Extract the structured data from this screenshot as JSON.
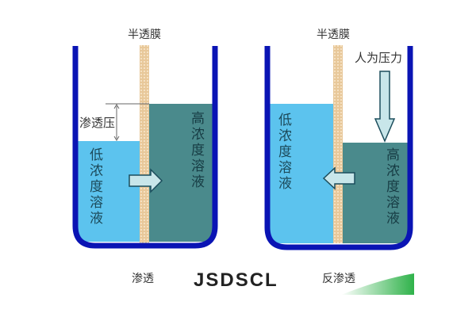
{
  "left_beaker": {
    "membrane_label": "半透膜",
    "pressure_label": "渗透压",
    "low_label": "低浓度溶液",
    "high_label": "高浓度溶液",
    "caption": "渗透"
  },
  "right_beaker": {
    "membrane_label": "半透膜",
    "force_label": "人为压力",
    "low_label": "低浓度溶液",
    "high_label": "高浓度溶液",
    "caption": "反渗透"
  },
  "watermark": "JSDSCL",
  "colors": {
    "beaker": "#0a14b4",
    "low_solution": "#5cc3ee",
    "high_solution": "#4a8a8c",
    "membrane": "#e8c89a",
    "arrow": "#c8e6ea"
  }
}
